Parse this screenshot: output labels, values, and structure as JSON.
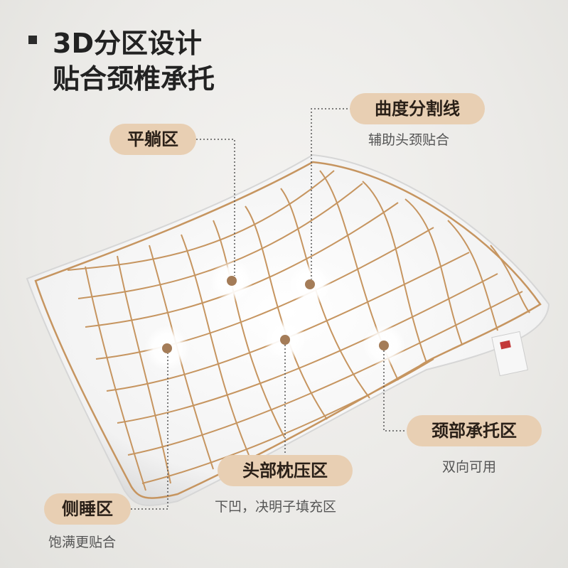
{
  "headline": {
    "line1": "3D分区设计",
    "line2": "贴合颈椎承托"
  },
  "callouts": {
    "flat_zone": {
      "label": "平躺区"
    },
    "curve_line": {
      "label": "曲度分割线",
      "desc": "辅助头颈贴合"
    },
    "neck_support": {
      "label": "颈部承托区",
      "desc": "双向可用"
    },
    "head_pressure": {
      "label": "头部枕压区",
      "desc": "下凹，决明子填充区"
    },
    "side_zone": {
      "label": "侧睡区",
      "desc": "饱满更贴合"
    }
  },
  "colors": {
    "pill_bg": "#e8cfb3",
    "grid_line": "#c69560",
    "dot": "#a47c58"
  }
}
